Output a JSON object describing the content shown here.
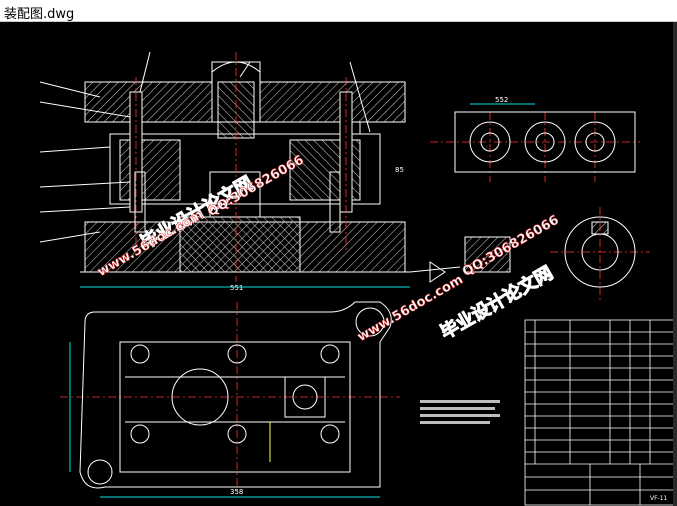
{
  "window": {
    "title": "装配图.dwg"
  },
  "watermarks": {
    "wm1_text": "毕业设计论文网",
    "wm1_url": "www.56doc.com",
    "wm1_qq": "QQ:306826066",
    "wm2_text": "毕业设计论文网",
    "wm2_url": "www.56doc.com",
    "wm2_qq": "QQ:306826066"
  },
  "drawing": {
    "dim_left_width": "551",
    "dim_top_view_width": "552",
    "dim_base_width": "358",
    "dim_front_height": "85",
    "title_block_name": "VF-11"
  },
  "colors": {
    "background": "#000000",
    "line": "#ffffff",
    "center_line": "#ff3333",
    "hatch": "#d8d8d8",
    "dim_line": "#00e5e5",
    "accent_yellow": "#ffff55"
  }
}
